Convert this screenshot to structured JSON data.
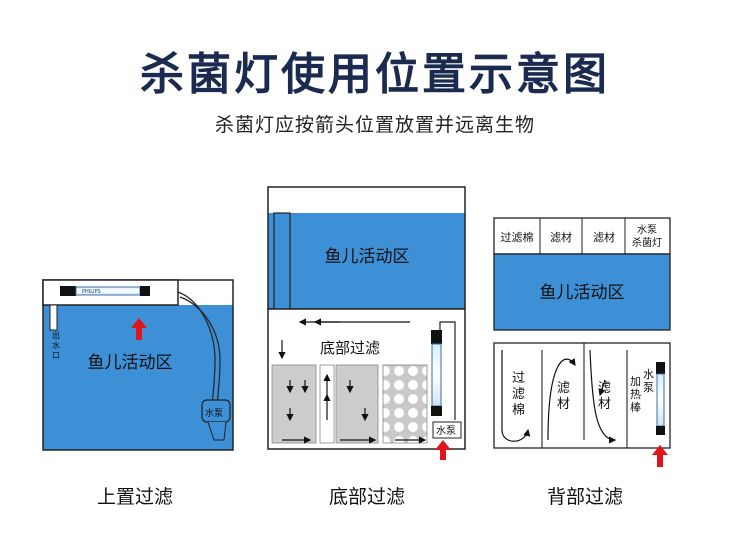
{
  "title": "杀菌灯使用位置示意图",
  "subtitle": "杀菌灯应按箭头位置放置并远离生物",
  "fish_zone": "鱼儿活动区",
  "panel_top": {
    "label": "上置过滤",
    "outlet": "出水口",
    "pump": "水泵",
    "lamp_brand": "PHILIPS"
  },
  "panel_bottom": {
    "label": "底部过滤",
    "filter_title": "底部过滤",
    "pump": "水泵"
  },
  "panel_back": {
    "label": "背部过滤",
    "compartments": [
      "过滤棉",
      "滤材",
      "滤材",
      "水泵\n杀菌灯"
    ],
    "col_labels": [
      "过\n滤\n棉",
      "滤\n材",
      "滤\n材",
      "加\n热\n棒",
      "水\n泵"
    ]
  },
  "colors": {
    "water": "#3d8fd6",
    "arrow": "#e0151b",
    "title": "#1b2a4f"
  }
}
